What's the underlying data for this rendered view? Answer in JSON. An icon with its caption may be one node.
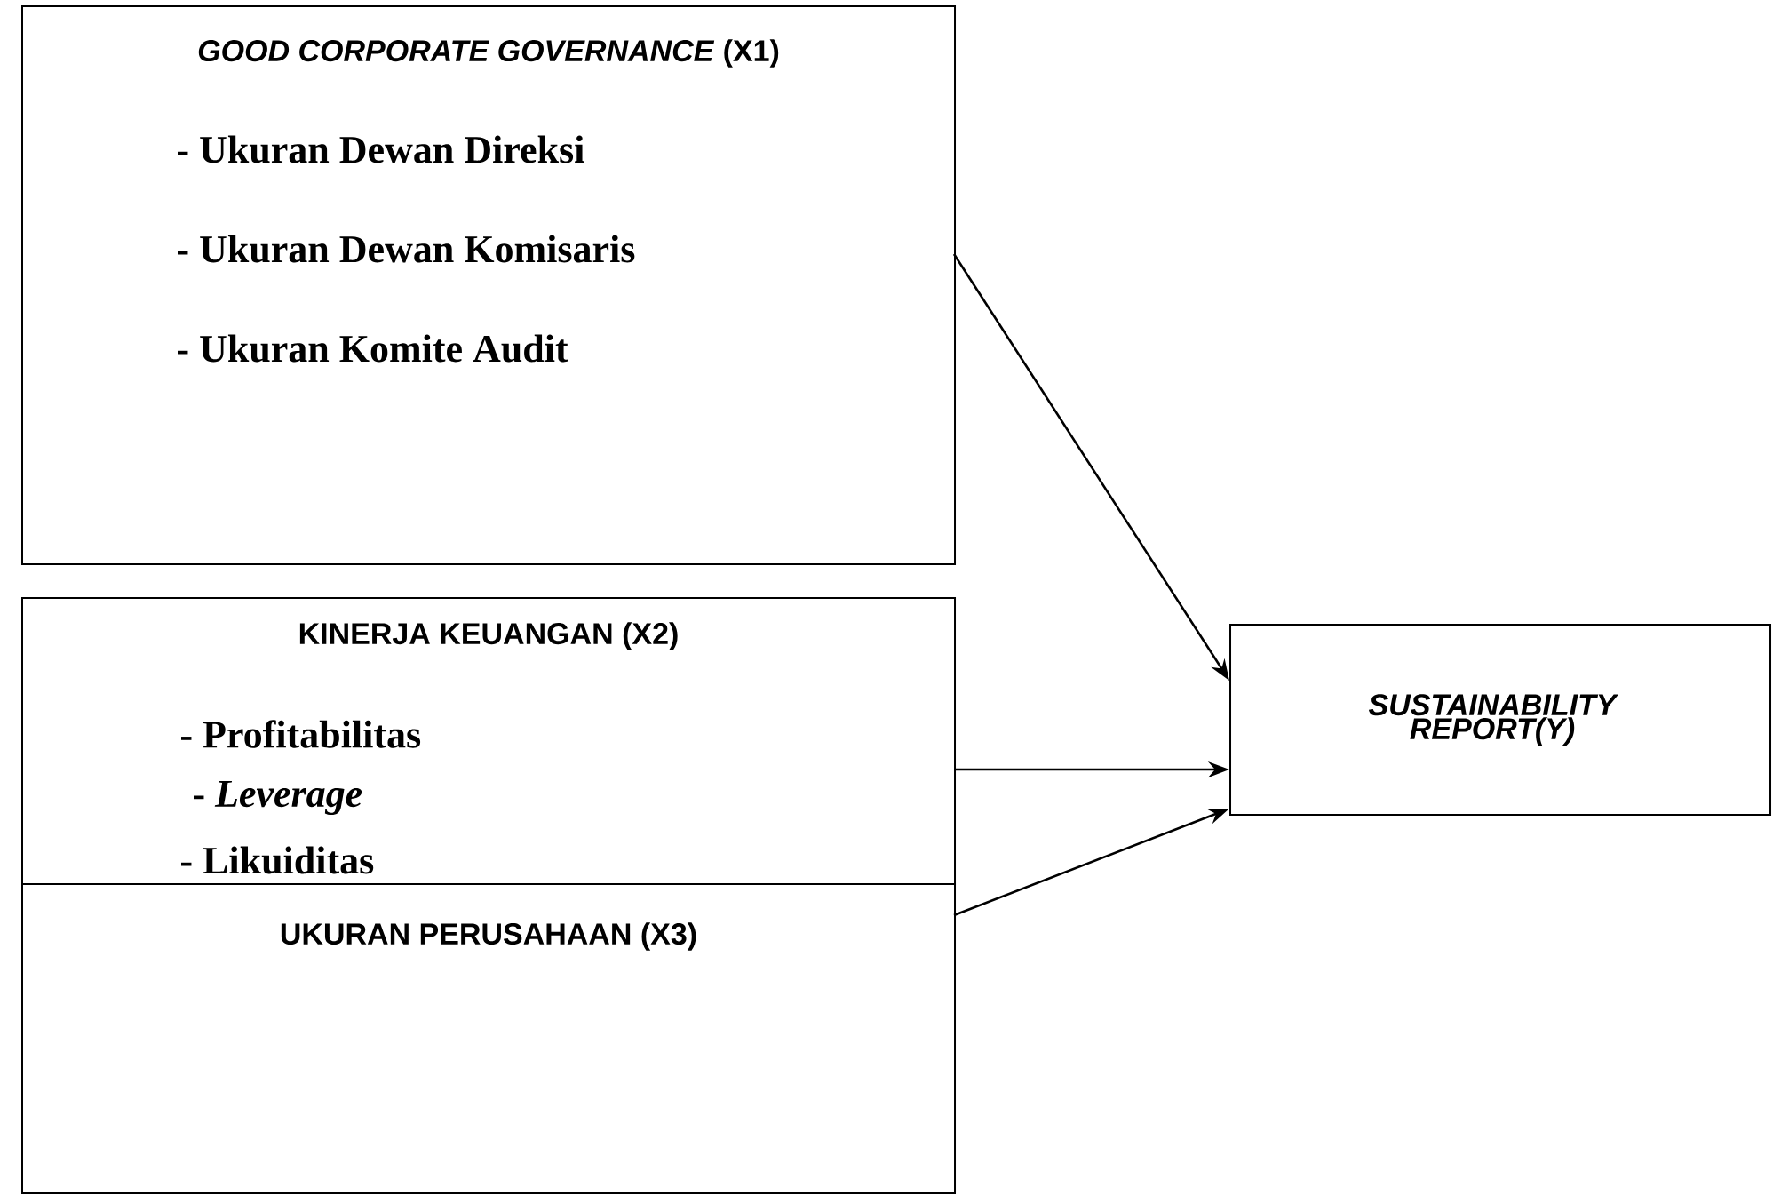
{
  "diagram": {
    "nodes": [
      {
        "text": [
          "*GOOD CORPORATE GOVERNANCE* (X1)",
          "- Ukuran Dewan Direksi",
          "- Ukuran Dewan Komisaris",
          "- Ukuran Komite Audit"
        ]
      },
      {
        "text": [
          "KINERJA KEUANGAN (X2)",
          "- Profitabilitas",
          "- *Leverage*",
          "- Likuiditas"
        ]
      },
      {
        "text": [
          "UKURAN PERUSAHAAN (X3)"
        ]
      },
      {
        "text": [
          "SUSTAINABILITY REPORT(Y)"
        ]
      }
    ],
    "edges": [
      {
        "from": 0,
        "to": 3,
        "arrow": "to"
      },
      {
        "from": 1,
        "to": 3,
        "arrow": "to"
      },
      {
        "from": 2,
        "to": 3,
        "arrow": "to"
      }
    ]
  }
}
